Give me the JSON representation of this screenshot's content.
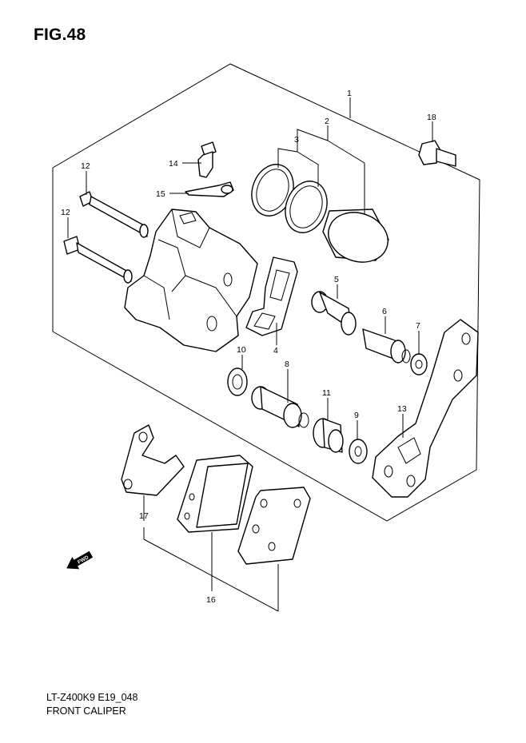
{
  "figure": {
    "title": "FIG.48",
    "model_code": "LT-Z400K9 E19_048",
    "caption": "FRONT CALIPER"
  },
  "direction_badge": {
    "label": "FWD",
    "icon": "forward-arrow-icon"
  },
  "callouts": [
    {
      "id": "c1",
      "label": "1"
    },
    {
      "id": "c2",
      "label": "2"
    },
    {
      "id": "c3",
      "label": "3"
    },
    {
      "id": "c4",
      "label": "4"
    },
    {
      "id": "c5",
      "label": "5"
    },
    {
      "id": "c6",
      "label": "6"
    },
    {
      "id": "c7",
      "label": "7"
    },
    {
      "id": "c8",
      "label": "8"
    },
    {
      "id": "c9",
      "label": "9"
    },
    {
      "id": "c10",
      "label": "10"
    },
    {
      "id": "c11",
      "label": "11"
    },
    {
      "id": "c12a",
      "label": "12"
    },
    {
      "id": "c12b",
      "label": "12"
    },
    {
      "id": "c13",
      "label": "13"
    },
    {
      "id": "c14",
      "label": "14"
    },
    {
      "id": "c15",
      "label": "15"
    },
    {
      "id": "c16",
      "label": "16"
    },
    {
      "id": "c17",
      "label": "17"
    },
    {
      "id": "c18",
      "label": "18"
    }
  ]
}
